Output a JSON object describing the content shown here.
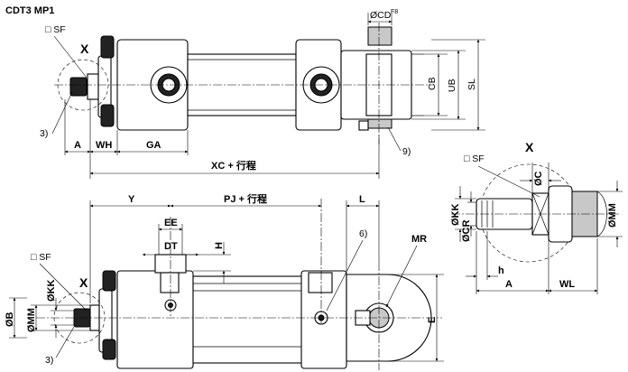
{
  "title": "CDT3 MP1",
  "top_view": {
    "sf_label": "□ SF",
    "x_label": "X",
    "callout_3": "3)",
    "callout_9": "9)",
    "dim_a": "A",
    "dim_wh": "WH",
    "dim_ga": "GA",
    "dim_xc": "XC + 行程",
    "dim_cd": "ØCD",
    "dim_cd_tol": "F8",
    "dim_cb": "CB",
    "dim_ub": "UB",
    "dim_sl": "SL"
  },
  "bottom_view": {
    "sf_label": "□ SF",
    "x_label": "X",
    "callout_3": "3)",
    "callout_6": "6)",
    "dim_y": "Y",
    "dim_pj": "PJ + 行程",
    "dim_l": "L",
    "dim_ee": "EE",
    "dim_dt": "DT",
    "dim_h": "H",
    "dim_mr": "MR",
    "dim_kk": "ØKK",
    "dim_mm": "ØMM",
    "dim_b": "ØB",
    "dim_e": "E"
  },
  "detail_view": {
    "x_label": "X",
    "sf_label": "□ SF",
    "dim_kk": "ØKK",
    "dim_cr": "ØCR",
    "dim_c": "ØC",
    "dim_mm": "ØMM",
    "dim_h": "h",
    "dim_a": "A",
    "dim_wl": "WL"
  }
}
